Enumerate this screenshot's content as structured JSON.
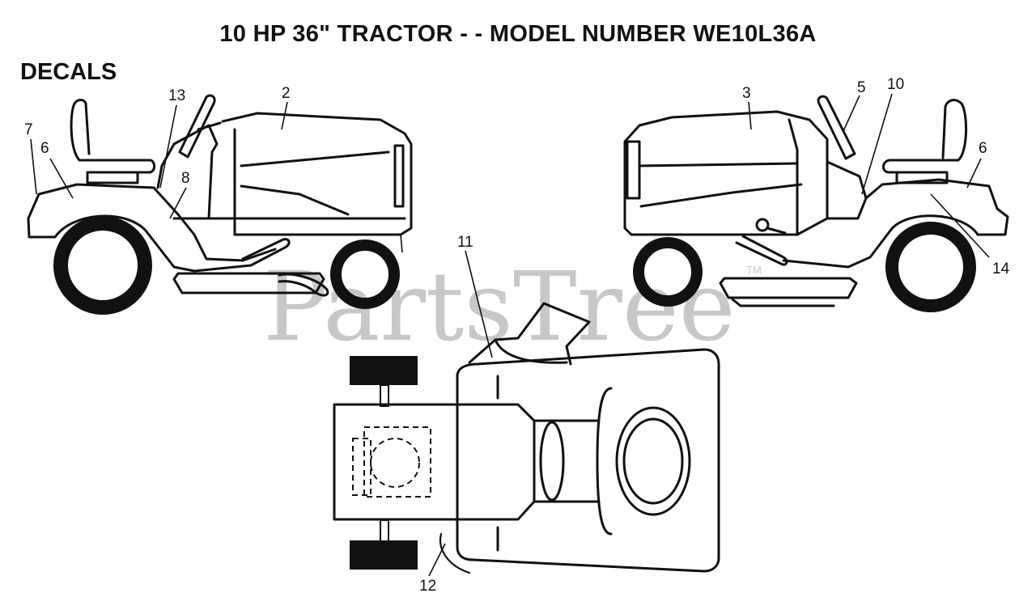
{
  "title": "10 HP 36\" TRACTOR - - MODEL NUMBER WE10L36A",
  "section": "DECALS",
  "watermark": {
    "text": "PartsTree",
    "trademark": "TM"
  },
  "callouts": [
    "7",
    "6",
    "13",
    "2",
    "8",
    "3",
    "5",
    "10",
    "6",
    "14",
    "11",
    "12"
  ]
}
